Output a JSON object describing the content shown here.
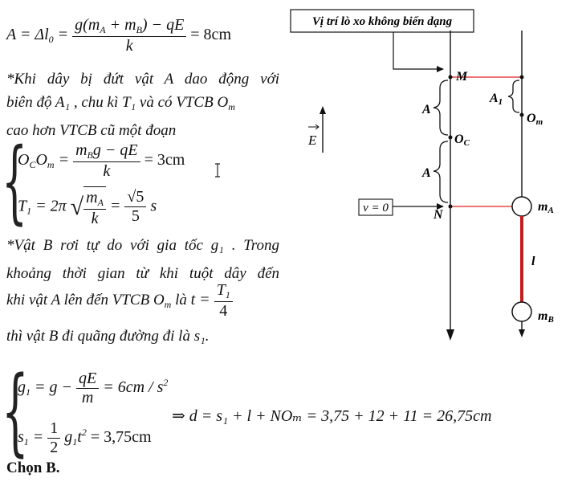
{
  "eq_amplitude": {
    "lhs": "A = Δl",
    "lhs_sub": "0",
    "eq": "=",
    "numerator": "g(m",
    "num_sub_a": "A",
    "num_plus": " + m",
    "num_sub_b": "B",
    "num_rest": ") − qE",
    "denominator": "k",
    "result": "= 8cm"
  },
  "para1": {
    "line1": "*Khi dây bị đứt vật A dao động với",
    "line2": "biên độ A₁ , chu kì T₁  và có VTCB O",
    "line2_sub": "m",
    "line3": "cao hơn VTCB cũ một đoạn"
  },
  "eq_shift": {
    "lhs": "O",
    "lhs_sub1": "C",
    "lhs2": "O",
    "lhs_sub2": "m",
    "eq": " = ",
    "numerator": "m",
    "num_sub": "B",
    "num_rest": "g − qE",
    "denominator": "k",
    "result": "= 3cm"
  },
  "eq_period": {
    "lhs": "T",
    "lhs_sub": "1",
    "eq": " = 2π",
    "rad_num": "m",
    "rad_num_sub": "A",
    "rad_den": "k",
    "eq2": " = ",
    "frac_num": "√5",
    "frac_den": "5",
    "unit": "s"
  },
  "para2": {
    "line1": "*Vật B rơi tự do với gia tốc g₁ . Trong",
    "line2": "khoảng thời gian từ khi tuột dây đến",
    "line3_text": "khi vật A lên đến VTCB O",
    "line3_sub": "m",
    "line3_mid": " là ",
    "t_eq": "t = ",
    "t_num": "T",
    "t_num_sub": "1",
    "t_den": "4",
    "line4": "thì vật B đi quãng đường đi là s₁."
  },
  "eq_g1": {
    "lhs": "g",
    "lhs_sub": "1",
    "eq": " = g − ",
    "numerator": "qE",
    "denominator": "m",
    "result": " = 6cm / s",
    "result_sup": "2"
  },
  "eq_s1": {
    "lhs": "s",
    "lhs_sub": "1",
    "eq": " = ",
    "numerator": "1",
    "denominator": "2",
    "mid": "g",
    "mid_sub": "1",
    "mid2": "t",
    "mid2_sup": "2",
    "result": " = 3,75cm"
  },
  "eq_final": "⇒ d = s₁ + l + NOₘ = 3,75 + 12 + 11 = 26,75cm",
  "answer": "Chọn B.",
  "diagram": {
    "box_label": "Vị trí lò xo không biến dạng",
    "label_M": "M",
    "label_Oc": "O",
    "label_Oc_sub": "C",
    "label_N": "N",
    "label_A_top": "A",
    "label_A_bottom": "A",
    "label_A1": "A",
    "label_A1_sub": "1",
    "label_Om": "O",
    "label_Om_sub": "m",
    "label_mA": "m",
    "label_mA_sub": "A",
    "label_mB": "m",
    "label_mB_sub": "B",
    "label_l": "l",
    "label_E": "E",
    "label_v0": "v = 0",
    "colors": {
      "guide": "#e02020",
      "string": "#d01818",
      "ink": "#111111"
    }
  }
}
